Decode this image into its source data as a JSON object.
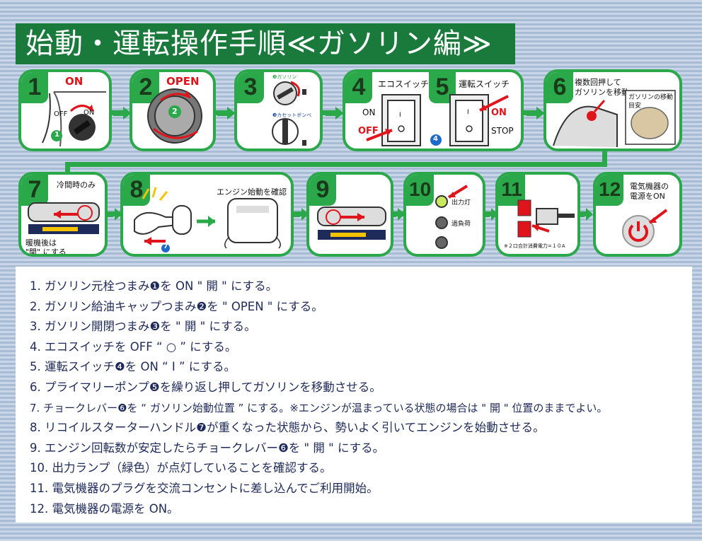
{
  "title": "始動・運転操作手順≪ガソリン編≫",
  "steps": {
    "s1": {
      "num": "1",
      "on": "ON",
      "off": "OFF",
      "on_small": "ON",
      "badge": "1"
    },
    "s2": {
      "num": "2",
      "open": "OPEN",
      "badge": "2"
    },
    "s3": {
      "num": "3",
      "label_a": "❸ガソリン",
      "label_b": "❸カセットボンベ"
    },
    "s4": {
      "num": "4",
      "title": "エコスイッチ",
      "on": "ON",
      "off": "OFF",
      "mark": "I",
      "badge": "4"
    },
    "s5": {
      "num": "5",
      "title": "運転スイッチ",
      "on": "ON",
      "stop": "STOP",
      "mark": "I"
    },
    "s6": {
      "num": "6",
      "title_line1": "複数回押して",
      "title_line2": "ガソリンを移動",
      "box_line1": "ガソリンの移動",
      "box_line2": "目安"
    },
    "s7": {
      "num": "7",
      "title": "冷間時のみ",
      "note_line1": "暖機後は",
      "note_line2": "\"開\" にする"
    },
    "s8": {
      "num": "8",
      "title": "エンジン始動を確認",
      "badge": "7"
    },
    "s9": {
      "num": "9"
    },
    "s10": {
      "num": "10",
      "output": "出力灯",
      "overload": "過負荷"
    },
    "s11": {
      "num": "11",
      "note": "※２口合計消費電力=１０A"
    },
    "s12": {
      "num": "12",
      "line1": "電気機器の",
      "line2": "電源をON"
    }
  },
  "instructions": [
    "1. ガソリン元栓つまみ❶を ON \" 開 \" にする。",
    "2. ガソリン給油キャップつまみ❷を \" OPEN \" にする。",
    "3. ガソリン開閉つまみ❸を \" 開 \" にする。",
    "4. エコスイッチを OFF “ ○ ” にする。",
    "5. 運転スイッチ❹を ON “ I ” にする。",
    "6. プライマリーポンプ❺を繰り返し押してガソリンを移動させる。",
    "7. チョークレバー❻を “ ガソリン始動位置 ” にする。※エンジンが温まっている状態の場合は \" 開 \" 位置のままでよい。",
    "8. リコイルスターターハンドル❼が重くなった状態から、勢いよく引いてエンジンを始動させる。",
    "9. エンジン回転数が安定したらチョークレバー❻を \" 開 \" にする。",
    "10. 出力ランプ（緑色）が点灯していることを確認する。",
    "11. 電気機器のプラグを交流コンセントに差し込んでご利用開始。",
    "12. 電気機器の電源を ON。"
  ],
  "colors": {
    "green": "#2aa84a",
    "dark_green": "#1a7a3c",
    "red": "#e0141b",
    "navy_text": "#1e2a5a"
  }
}
